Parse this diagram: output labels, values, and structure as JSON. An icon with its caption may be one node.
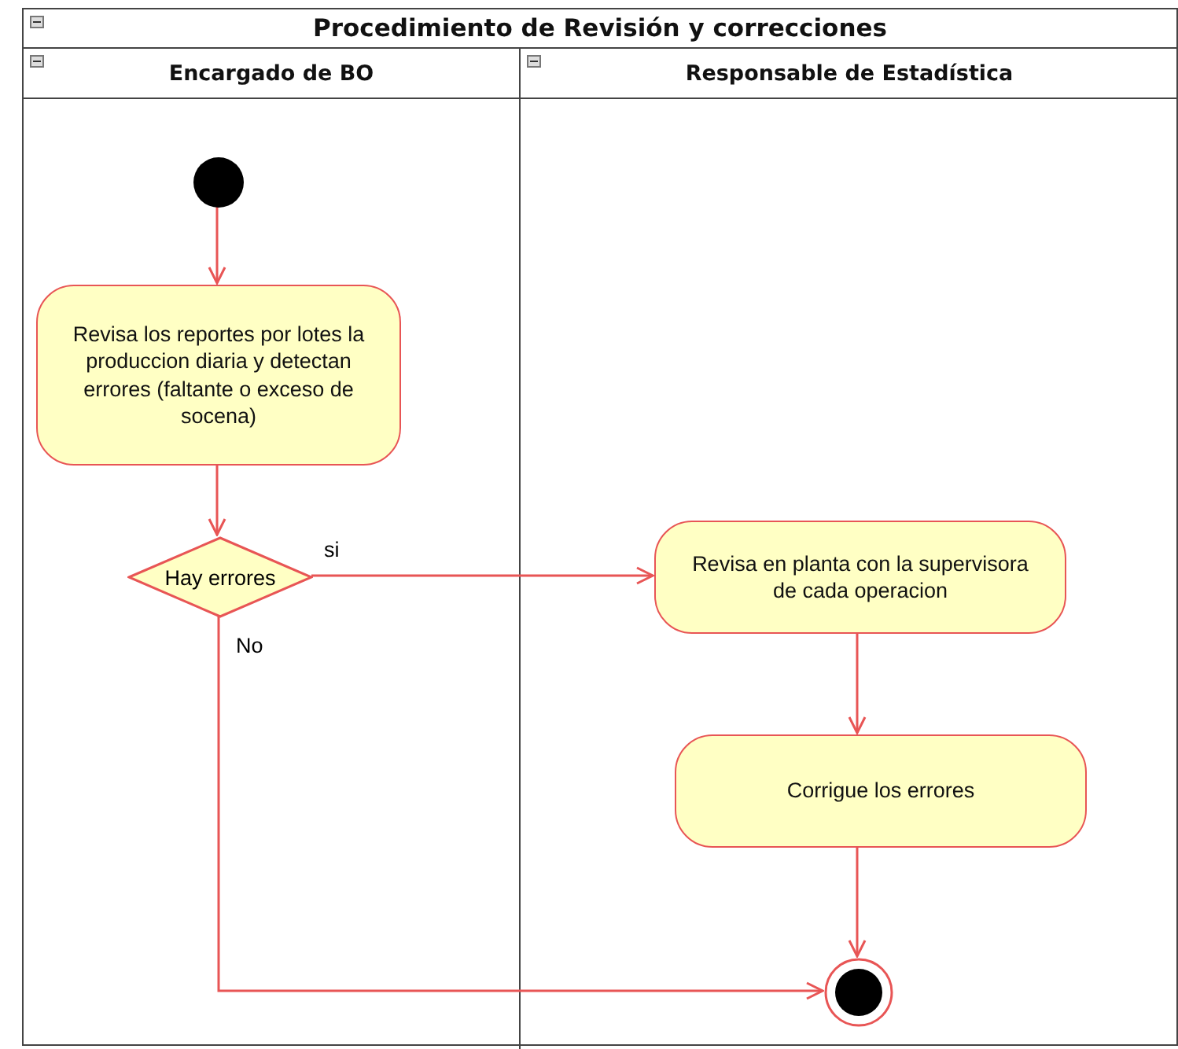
{
  "diagram": {
    "nodes": [
      {
        "text": [
          "Procedimiento de Revisión y correcciones"
        ]
      },
      {
        "text": [
          "Encargado de BO"
        ],
        "in": 0
      },
      {
        "text": [
          "Responsable de Estadística"
        ],
        "in": 0
      },
      {
        "text": [],
        "shape": "circle",
        "in": 1
      },
      {
        "text": [
          "Revisa los reportes por lotes la produccion diaria y detectan errores (faltante o exceso de socena)"
        ],
        "in": 1
      },
      {
        "text": [
          "Hay errores"
        ],
        "in": 1
      },
      {
        "text": [
          "Revisa en planta con la supervisora de cada operacion"
        ],
        "in": 2
      },
      {
        "text": [
          "Corrigue los errores"
        ],
        "in": 2
      },
      {
        "text": [],
        "shape": "circle",
        "in": 2
      }
    ],
    "edges": [
      {
        "from": 3,
        "to": 4,
        "arrow": "to"
      },
      {
        "from": 4,
        "to": 5,
        "arrow": "to"
      },
      {
        "from": 5,
        "to": 6,
        "arrow": "to",
        "label": "si"
      },
      {
        "from": 5,
        "to": 8,
        "arrow": "to",
        "label": "No"
      },
      {
        "from": 6,
        "to": 7,
        "arrow": "to"
      },
      {
        "from": 7,
        "to": 8,
        "arrow": "to"
      }
    ]
  }
}
